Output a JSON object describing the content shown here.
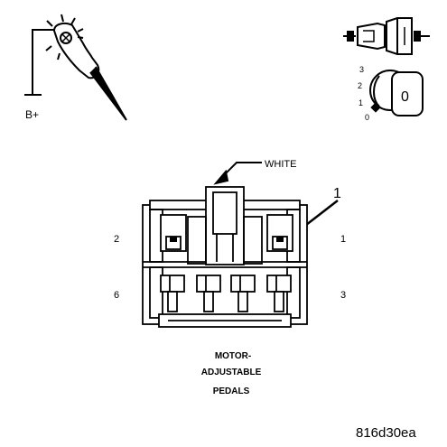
{
  "test_light": {
    "supply_label": "B+"
  },
  "ignition": {
    "positions": [
      "3",
      "2",
      "1",
      "0"
    ],
    "key_label": "0"
  },
  "connector": {
    "color_label": "WHITE",
    "callout_number": "1",
    "cavity_labels": {
      "top_left": "2",
      "top_right": "1",
      "bottom_left": "6",
      "bottom_right": "3"
    },
    "name_lines": [
      "MOTOR-",
      "ADJUSTABLE",
      "PEDALS"
    ]
  },
  "figure_id": "816d30ea"
}
